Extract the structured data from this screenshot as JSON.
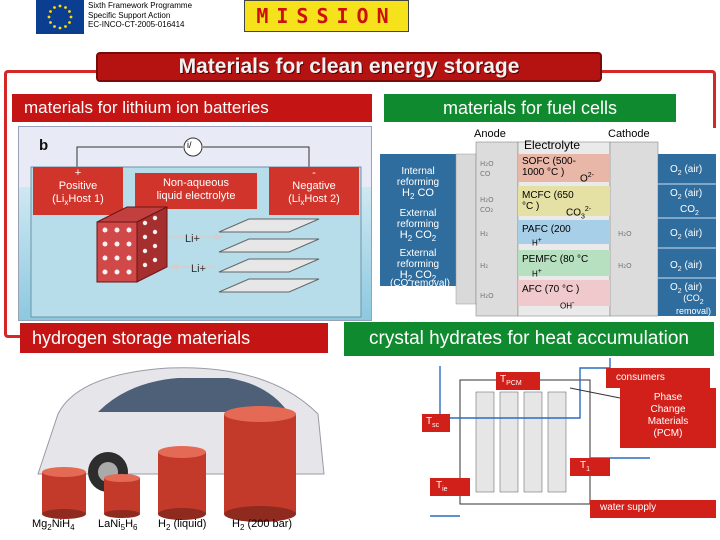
{
  "header": {
    "programme_lines": [
      "Sixth Framework Programme",
      "Specific Support Action",
      "EC-INCO-CT-2005-016414"
    ],
    "mission": "MISSION"
  },
  "title": "Materials for clean energy storage",
  "sections": {
    "lithium": "materials for lithium ion batteries",
    "fuel_cells": "materials for fuel cells",
    "hydrogen": "hydrogen storage materials",
    "crystal": "crystal hydrates for heat accumulation"
  },
  "battery": {
    "panel_letter": "b",
    "meter": "i/",
    "positive_sign": "+",
    "positive_line1": "Positive",
    "positive_line2": "(Li",
    "positive_line2_sub": "x",
    "positive_line2_end": "Host 1)",
    "electrolyte_line1": "Non-aqueous",
    "electrolyte_line2": "liquid electrolyte",
    "negative_sign": "-",
    "negative_line1": "Negative",
    "negative_line2": "(Li",
    "negative_line2_sub": "x",
    "negative_line2_end": "Host 2)",
    "ion_top": "Li+",
    "ion_bottom": "Li+"
  },
  "fuel_cell": {
    "anode": "Anode",
    "electrolyte": "Electrolyte",
    "cathode": "Cathode",
    "internal_reforming": [
      "Internal",
      "reforming",
      "H",
      "2",
      " CO"
    ],
    "external_reforming_1": [
      "External",
      "reforming",
      "H",
      "2",
      " CO",
      "2"
    ],
    "external_reforming_2": [
      "External",
      "reforming",
      "H",
      "2",
      " CO",
      "2"
    ],
    "co_removal": "(CO removal)",
    "h2": [
      "H",
      "2"
    ],
    "cells": [
      {
        "name": "SOFC (500-",
        "name2": "1000 °C )",
        "ion": "O",
        "ion_sup": "2-",
        "air": "O",
        "air_sub": "2",
        "air_end": " (air)"
      },
      {
        "name": "MCFC (650",
        "name2": "°C )",
        "ion": "CO",
        "ion_sub": "3",
        "ion_sup": "2-",
        "air": "O",
        "air_sub": "2",
        "air_end": " (air)",
        "extra": "CO",
        "extra_sub": "2"
      },
      {
        "name": "PAFC (200",
        "name2": "",
        "ion": "H",
        "ion_sup": "+",
        "air": "O",
        "air_sub": "2",
        "air_end": " (air)"
      },
      {
        "name": "PEMFC (80 °C",
        "name2": "",
        "ion": "H",
        "ion_sup": "+",
        "air": "O",
        "air_sub": "2",
        "air_end": " (air)"
      },
      {
        "name": "AFC (70 °C )",
        "name2": "",
        "ion": "OH",
        "ion_sup": "-",
        "air": "O",
        "air_sub": "2",
        "air_end": " (air)",
        "extra": "(CO",
        "extra_sub": "2",
        "extra_end": "removal)"
      }
    ]
  },
  "hydrogen_labels": {
    "l1": "Mg",
    "l1_sub1": "2",
    "l1_mid": "NiH",
    "l1_sub2": "4",
    "l2": "LaNi",
    "l2_sub1": "5",
    "l2_mid": "H",
    "l2_sub2": "6",
    "l3": "H",
    "l3_sub": "2",
    "l3_end": " (liquid)",
    "l4": "H",
    "l4_sub": "2",
    "l4_end": " (200 bar)"
  },
  "pcm": {
    "t_pcm": "T",
    "t_pcm_sub": "PCM",
    "consumers": "consumers",
    "phase_change_1": "Phase",
    "phase_change_2": "Change",
    "phase_change_3": "Materials",
    "phase_change_4": "(PCM)",
    "t_sc": "T",
    "t_sc_sub": "sc",
    "t_ie": "T",
    "t_ie_sub": "ie",
    "t1": "T",
    "t1_sub": "1",
    "water_supply": "water supply"
  },
  "colors": {
    "red": "#c41414",
    "green": "#0f8a2e",
    "mission_yellow": "#f6e21a",
    "eu_blue": "#0b3d91"
  }
}
